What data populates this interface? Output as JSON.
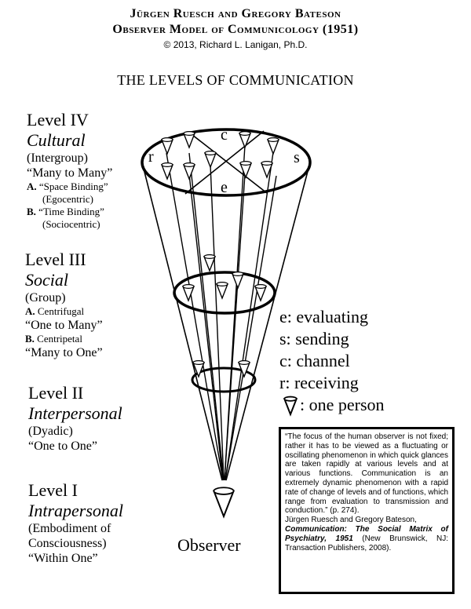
{
  "header": {
    "line1": "Jürgen Ruesch and Gregory Bateson",
    "line2": "Observer Model of Communicology (1951)",
    "line3": "© 2013, Richard L. Lanigan, Ph.D."
  },
  "title": "THE LEVELS OF COMMUNICATION",
  "levels": [
    {
      "name": "Level IV",
      "type": "Cultural",
      "group": "(Intergroup)",
      "relation": "“Many to Many”",
      "items": [
        {
          "letter": "A.",
          "text": "“Space Binding”",
          "sub": "(Egocentric)"
        },
        {
          "letter": "B.",
          "text": "“Time Binding”",
          "sub": "(Sociocentric)"
        }
      ]
    },
    {
      "name": "Level III",
      "type": "Social",
      "group": "(Group)",
      "items": [
        {
          "letter": "A.",
          "text": "Centrifugal",
          "relation": "“One to Many”"
        },
        {
          "letter": "B.",
          "text": "Centripetal",
          "relation": "“Many to One”"
        }
      ]
    },
    {
      "name": "Level II",
      "type": "Interpersonal",
      "group": "(Dyadic)",
      "relation": "“One to One”"
    },
    {
      "name": "Level I",
      "type": "Intrapersonal",
      "group1": "(Embodiment of",
      "group2": "Consciousness)",
      "relation": "“Within One”"
    }
  ],
  "diagram_labels": {
    "c": "c",
    "r": "r",
    "s": "s",
    "e": "e"
  },
  "legend": [
    {
      "key": "e:",
      "text": "evaluating"
    },
    {
      "key": "s:",
      "text": "sending"
    },
    {
      "key": "c:",
      "text": "channel"
    },
    {
      "key": "r:",
      "text": "receiving"
    },
    {
      "key": ":",
      "text": "one person",
      "icon": "cone-person-icon"
    }
  ],
  "observer_label": "Observer",
  "quote": {
    "body": "“The focus of the human observer is not fixed; rather it has to be viewed as a fluctuating or oscillating phenomenon in which quick glances are taken rapidly at various levels and at various functions. Communication is an extremely dynamic phenomenon with a rapid rate of change of levels and of functions, which range from evaluation to transmission and conduction.” (p. 274).",
    "authors": "Jürgen Ruesch and Gregory Bateson,",
    "book": "Communication: The Social Matrix of Psychiatry, 1951",
    "publisher": "(New Brunswick, NJ: Transaction Publishers, 2008)."
  }
}
